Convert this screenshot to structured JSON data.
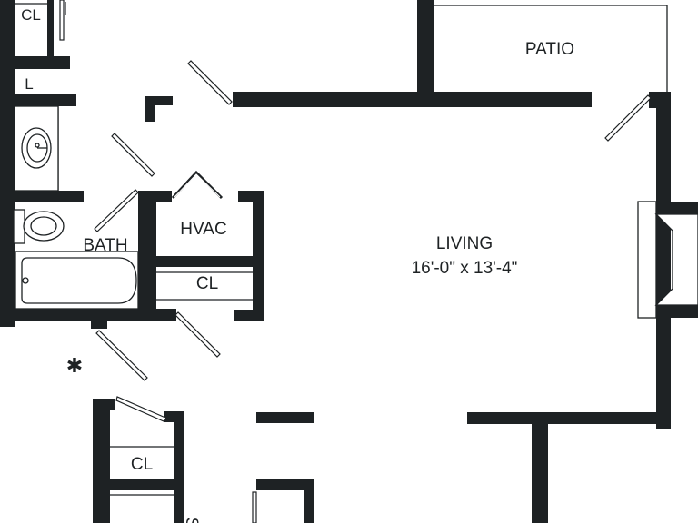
{
  "plan": {
    "rooms": {
      "closet_top": "CL",
      "linen": "L",
      "patio": "PATIO",
      "hvac": "HVAC",
      "bath": "BATH",
      "closet_hall": "CL",
      "living": "LIVING",
      "living_size": "16'-0\" x 13'-4\"",
      "closet_bottom": "CL",
      "cut_off_label": "S"
    },
    "compass_mark": "✱",
    "wall_color": "#1e2224"
  }
}
